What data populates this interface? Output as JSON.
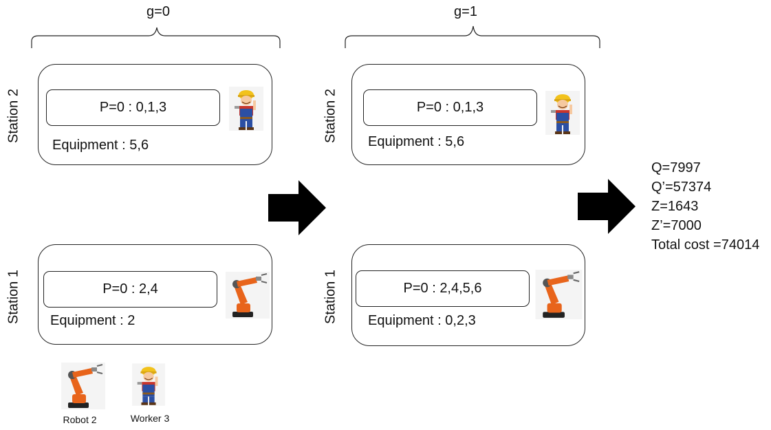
{
  "columns": [
    {
      "g_label": "g=0",
      "stations": [
        {
          "label": "Station 2",
          "p_text": "P=0 : 0,1,3",
          "equipment": "Equipment : 5,6",
          "resource_icon": "worker-icon"
        },
        {
          "label": "Station 1",
          "p_text": "P=0 : 2,4",
          "equipment": "Equipment : 2",
          "resource_icon": "robot-arm-icon"
        }
      ]
    },
    {
      "g_label": "g=1",
      "stations": [
        {
          "label": "Station 2",
          "p_text": "P=0 : 0,1,3",
          "equipment": "Equipment : 5,6",
          "resource_icon": "worker-icon"
        },
        {
          "label": "Station 1",
          "p_text": "P=0 : 2,4,5,6",
          "equipment": "Equipment : 0,2,3",
          "resource_icon": "robot-arm-icon"
        }
      ]
    }
  ],
  "results": [
    "Q=7997",
    "Q’=57374",
    "Z=1643",
    "Z’=7000",
    "Total cost =74014"
  ],
  "legend": [
    {
      "label": "Robot 2",
      "icon": "robot-arm-icon"
    },
    {
      "label": "Worker 3",
      "icon": "worker-icon"
    }
  ],
  "colors": {
    "robot": "#e8641b",
    "worker_helmet": "#f2c21b",
    "worker_overalls": "#2b4fa3",
    "arrow": "#000000"
  }
}
